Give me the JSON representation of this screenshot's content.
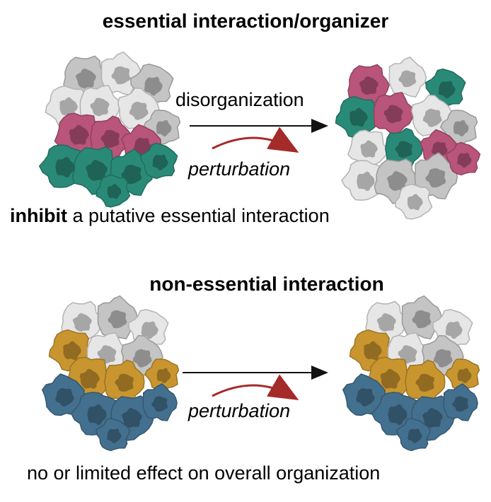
{
  "panel_top": {
    "title": "essential interaction/organizer",
    "arrow_label_top": "disorganization",
    "arrow_label_bottom": "perturbation",
    "caption_bold": "inhibit",
    "caption_rest": " a putative essential interaction"
  },
  "panel_bottom": {
    "title": "non-essential interaction",
    "arrow_label_bottom": "perturbation",
    "caption": "no or limited effect on overall organization"
  },
  "colors": {
    "gray_light": "#e6e6e6",
    "gray_mid": "#c4c4c4",
    "magenta": "#b9547a",
    "teal": "#2a8a78",
    "gold": "#c9952f",
    "steel_blue": "#44708f",
    "arrow_red": "#a52a2a",
    "arrow_black": "#111111"
  },
  "icons": [
    "cell-cluster-organized",
    "cell-cluster-disorganized",
    "cell-cluster-layered",
    "curved-perturbation-arrow",
    "straight-arrow"
  ]
}
